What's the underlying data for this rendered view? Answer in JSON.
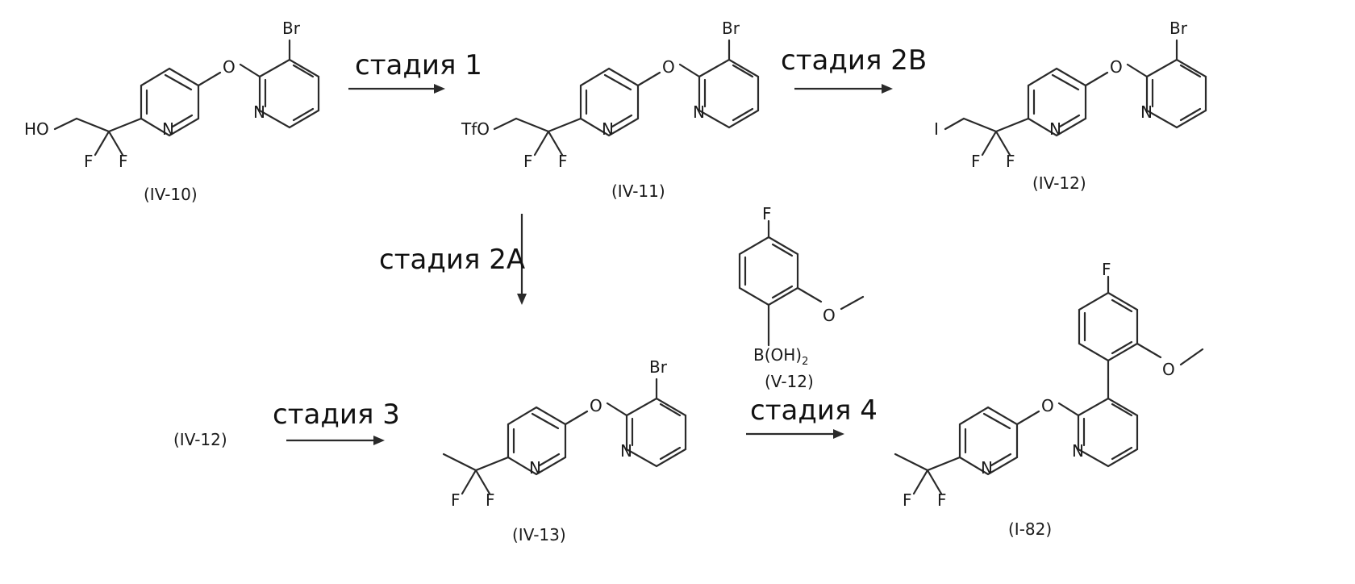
{
  "stages": {
    "s1": "стадия 1",
    "s2b": "стадия 2B",
    "s2a": "стадия 2A",
    "s3": "стадия 3",
    "s4": "стадия 4"
  },
  "compounds": {
    "c10": "(IV-10)",
    "c11": "(IV-11)",
    "c12": "(IV-12)",
    "c13": "(IV-13)",
    "v12": "(V-12)",
    "i82": "(I-82)",
    "c12_reagent": "(IV-12)"
  },
  "atoms": {
    "br": "Br",
    "o": "O",
    "n": "N",
    "f": "F",
    "ho": "HO",
    "tfo": "TfO",
    "i": "I",
    "boh2": "B(OH)",
    "sub2": "2"
  }
}
